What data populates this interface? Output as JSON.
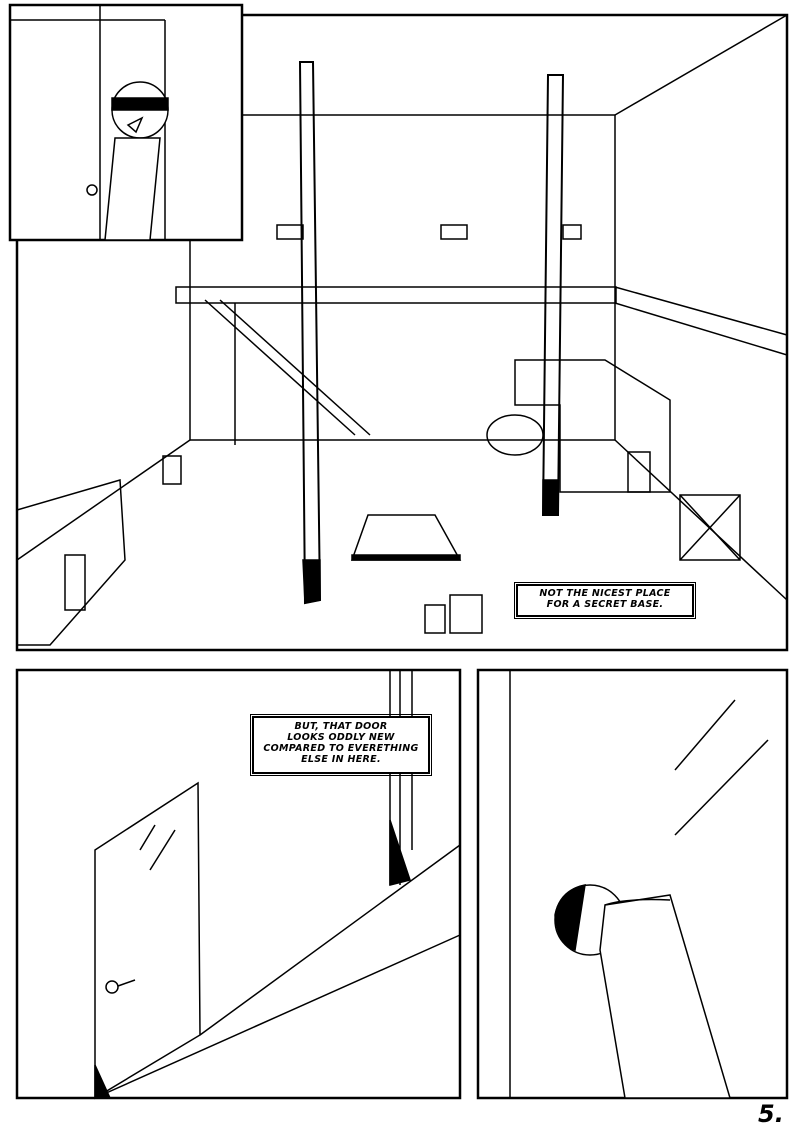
{
  "panels": {
    "main": {
      "caption_lines": [
        "Not the nicest place",
        "for a secret base."
      ]
    },
    "bottom_left": {
      "caption_lines": [
        "But, that door",
        "looks oddly new",
        "compared to everething",
        "else in here."
      ]
    }
  },
  "page_number": "5.",
  "colors": {
    "ink": "#000000",
    "paper": "#ffffff"
  }
}
